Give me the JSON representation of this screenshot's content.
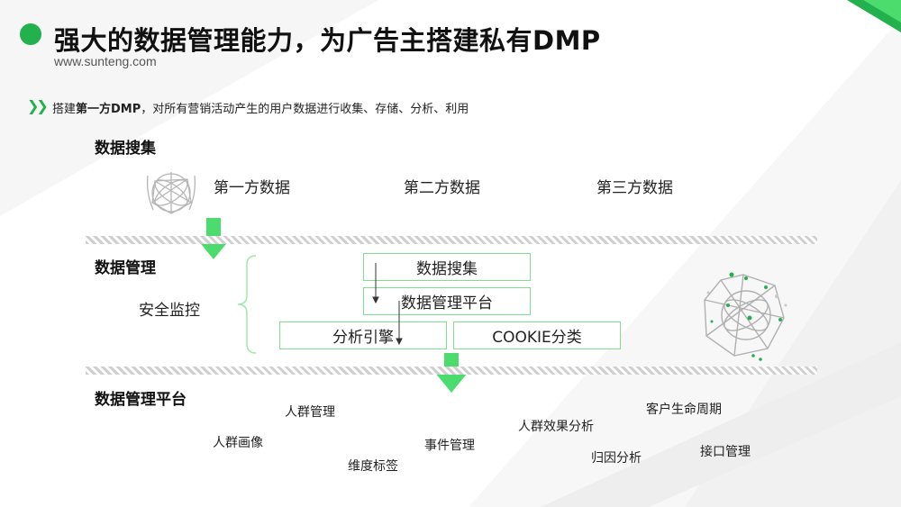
{
  "header": {
    "title": "强大的数据管理能力，为广告主搭建私有DMP",
    "website": "www.sunteng.com"
  },
  "subtitle": {
    "prefix": "搭建",
    "highlight": "第一方DMP",
    "suffix": "，对所有营销活动产生的用户数据进行收集、存储、分析、利用"
  },
  "sections": {
    "collection": "数据搜集",
    "management": "数据管理",
    "platform": "数据管理平台"
  },
  "data_sources": [
    "第一方数据",
    "第二方数据",
    "第三方数据"
  ],
  "management": {
    "security": "安全监控",
    "box_collect": "数据搜集",
    "box_platform": "数据管理平台",
    "box_engine": "分析引擎",
    "box_cookie": "COOKIE分类"
  },
  "platform_features": {
    "crowd_mgmt": "人群管理",
    "crowd_profile": "人群画像",
    "event_mgmt": "事件管理",
    "profile_tags": "维度标签",
    "crowd_effect": "人群效果分析",
    "attribution": "归因分析",
    "lifecycle": "客户生命周期",
    "api_mgmt": "接口管理"
  },
  "colors": {
    "accent": "#22b14c",
    "accent_light": "#4cdc6e",
    "box_border": "#7ee08f"
  }
}
